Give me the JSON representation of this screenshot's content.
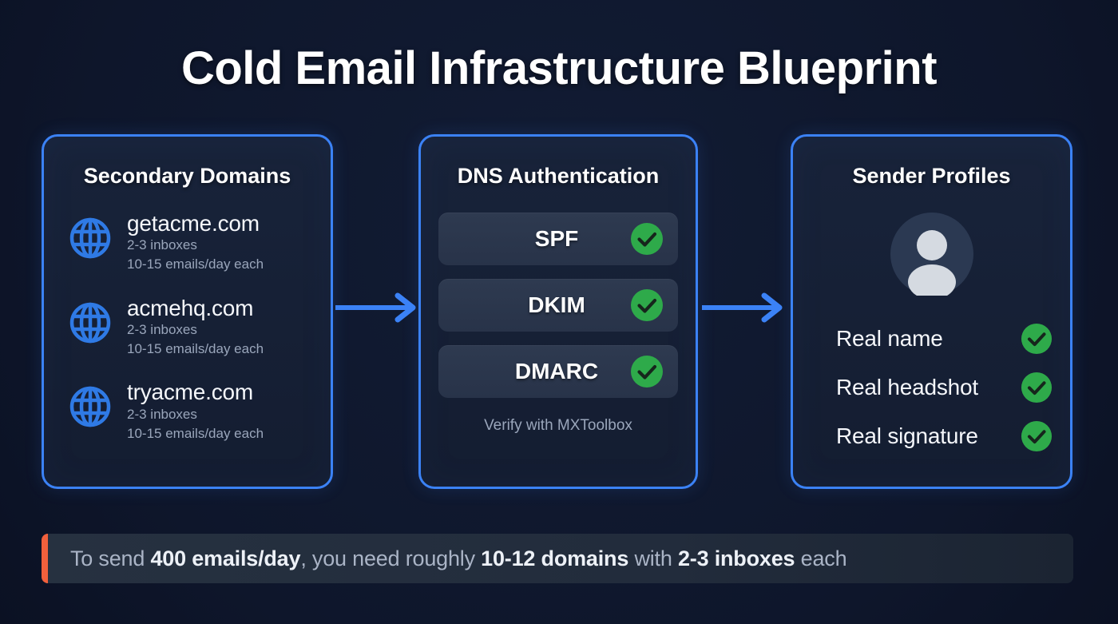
{
  "page": {
    "title": "Cold Email Infrastructure Blueprint",
    "background_color": "#0e162b",
    "accent_blue": "#3b82f6",
    "accent_green": "#2eaa4a",
    "accent_orange": "#f2603c"
  },
  "cards": [
    {
      "id": "secondary-domains",
      "title": "Secondary Domains",
      "icon": "globe-icon",
      "domains": [
        {
          "name": "getacme.com",
          "inboxes": "2-3 inboxes",
          "volume": "10-15 emails/day each"
        },
        {
          "name": "acmehq.com",
          "inboxes": "2-3 inboxes",
          "volume": "10-15 emails/day each"
        },
        {
          "name": "tryacme.com",
          "inboxes": "2-3 inboxes",
          "volume": "10-15 emails/day each"
        }
      ]
    },
    {
      "id": "dns-authentication",
      "title": "DNS Authentication",
      "records": [
        {
          "label": "SPF",
          "status": "check-circle-icon"
        },
        {
          "label": "DKIM",
          "status": "check-circle-icon"
        },
        {
          "label": "DMARC",
          "status": "check-circle-icon"
        }
      ],
      "footer": "Verify with MXToolbox"
    },
    {
      "id": "sender-profiles",
      "title": "Sender Profiles",
      "avatar": "user-avatar-icon",
      "items": [
        {
          "label": "Real name",
          "status": "check-circle-icon"
        },
        {
          "label": "Real headshot",
          "status": "check-circle-icon"
        },
        {
          "label": "Real signature",
          "status": "check-circle-icon"
        }
      ]
    }
  ],
  "arrows": [
    {
      "id": "arrow-domains-to-dns",
      "icon": "arrow-right-icon"
    },
    {
      "id": "arrow-dns-to-profiles",
      "icon": "arrow-right-icon"
    }
  ],
  "banner": {
    "accent_color": "#f2603c",
    "segments": [
      {
        "text": "To send ",
        "bold": false
      },
      {
        "text": "400 emails/day",
        "bold": true
      },
      {
        "text": ", you need roughly ",
        "bold": false
      },
      {
        "text": "10-12 domains",
        "bold": true
      },
      {
        "text": " with ",
        "bold": false
      },
      {
        "text": "2-3 inboxes",
        "bold": true
      },
      {
        "text": " each",
        "bold": false
      }
    ],
    "full_text": "To send 400 emails/day, you need roughly 10-12 domains with 2-3 inboxes each"
  }
}
